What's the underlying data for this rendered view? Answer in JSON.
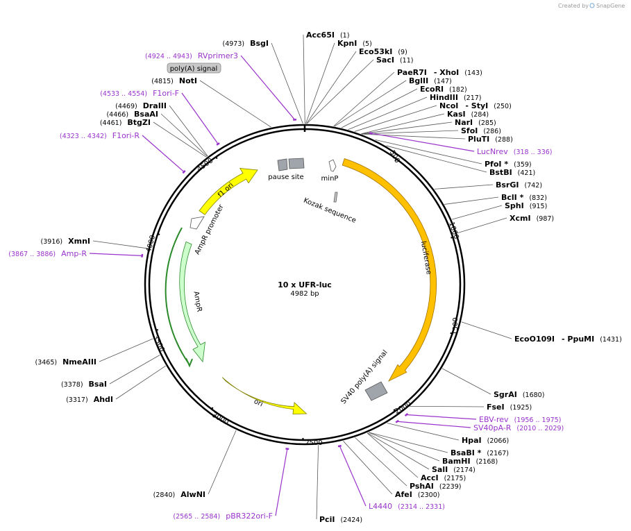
{
  "brand": {
    "prefix": "Created by",
    "name": "SnapGene"
  },
  "plasmid": {
    "name": "10 x UFR-luc",
    "size": "4982 bp"
  },
  "ticks": [
    "500",
    "1000",
    "1500",
    "2000",
    "2500",
    "3000",
    "3500",
    "4000",
    "4500"
  ],
  "sites": [
    {
      "name": "Acc65I",
      "pos": "(1)"
    },
    {
      "name": "KpnI",
      "pos": "(5)"
    },
    {
      "name": "Eco53kI",
      "pos": "(9)"
    },
    {
      "name": "SacI",
      "pos": "(11)"
    },
    {
      "name": "PaeR7I",
      "name2": "XhoI",
      "pos": "(143)"
    },
    {
      "name": "BglII",
      "pos": "(147)"
    },
    {
      "name": "EcoRI",
      "pos": "(182)"
    },
    {
      "name": "HindIII",
      "pos": "(217)"
    },
    {
      "name": "NcoI",
      "name2": "StyI",
      "pos": "(250)"
    },
    {
      "name": "KasI",
      "pos": "(284)"
    },
    {
      "name": "NarI",
      "pos": "(285)"
    },
    {
      "name": "SfoI",
      "pos": "(286)"
    },
    {
      "name": "PluTI",
      "pos": "(288)"
    },
    {
      "name": "PfoI *",
      "pos": "(359)"
    },
    {
      "name": "BstBI",
      "pos": "(421)"
    },
    {
      "name": "BsrGI",
      "pos": "(742)"
    },
    {
      "name": "BclI *",
      "pos": "(832)"
    },
    {
      "name": "SphI",
      "pos": "(915)"
    },
    {
      "name": "XcmI",
      "pos": "(987)"
    },
    {
      "name": "EcoO109I",
      "name2": "PpuMI",
      "pos": "(1431)"
    },
    {
      "name": "SgrAI",
      "pos": "(1680)"
    },
    {
      "name": "FseI",
      "pos": "(1925)"
    },
    {
      "name": "HpaI",
      "pos": "(2066)"
    },
    {
      "name": "BsaBI *",
      "pos": "(2167)"
    },
    {
      "name": "BamHI",
      "pos": "(2168)"
    },
    {
      "name": "SalI",
      "pos": "(2174)"
    },
    {
      "name": "AccI",
      "pos": "(2175)"
    },
    {
      "name": "PshAI",
      "pos": "(2239)"
    },
    {
      "name": "AfeI",
      "pos": "(2300)"
    },
    {
      "name": "PciI",
      "pos": "(2424)"
    },
    {
      "name": "AlwNI",
      "pos": "(2840)"
    },
    {
      "name": "AhdI",
      "pos": "(3317)"
    },
    {
      "name": "BsaI",
      "pos": "(3378)"
    },
    {
      "name": "NmeAIII",
      "pos": "(3465)"
    },
    {
      "name": "XmnI",
      "pos": "(3916)"
    },
    {
      "name": "BtgZI",
      "pos": "(4461)"
    },
    {
      "name": "BsaAI",
      "pos": "(4466)"
    },
    {
      "name": "DraIII",
      "pos": "(4469)"
    },
    {
      "name": "NotI",
      "pos": "(4815)"
    },
    {
      "name": "BsgI",
      "pos": "(4973)"
    }
  ],
  "primers": [
    {
      "name": "LucNrev",
      "range": "(318 .. 336)"
    },
    {
      "name": "EBV-rev",
      "range": "(1956 .. 1975)"
    },
    {
      "name": "SV40pA-R",
      "range": "(2010 .. 2029)"
    },
    {
      "name": "L4440",
      "range": "(2314 .. 2331)"
    },
    {
      "name": "pBR322ori-F",
      "range": "(2565 .. 2584)"
    },
    {
      "name": "Amp-R",
      "range": "(3867 .. 3886)"
    },
    {
      "name": "F1ori-R",
      "range": "(4323 .. 4342)"
    },
    {
      "name": "F1ori-F",
      "range": "(4533 .. 4554)"
    },
    {
      "name": "RVprimer3",
      "range": "(4924 .. 4943)"
    }
  ],
  "features": {
    "luciferase": "luciferase",
    "sv40": "SV40 poly(A) signal",
    "ori": "ori",
    "ampr": "AmpR",
    "ampr_promoter": "AmpR promoter",
    "f1ori": "f1 ori",
    "pause_site": "pause site",
    "minp": "minP",
    "kozak": "Kozak sequence",
    "polya_signal": "poly(A) signal"
  },
  "colors": {
    "primer": "#9933cc",
    "luciferase": "#ffc000",
    "ori": "#ffff00",
    "ampr": "#ccffcc",
    "f1ori": "#ffff00",
    "pause_site": "#a0a4ab",
    "polya_box": "#c8c8c8"
  }
}
